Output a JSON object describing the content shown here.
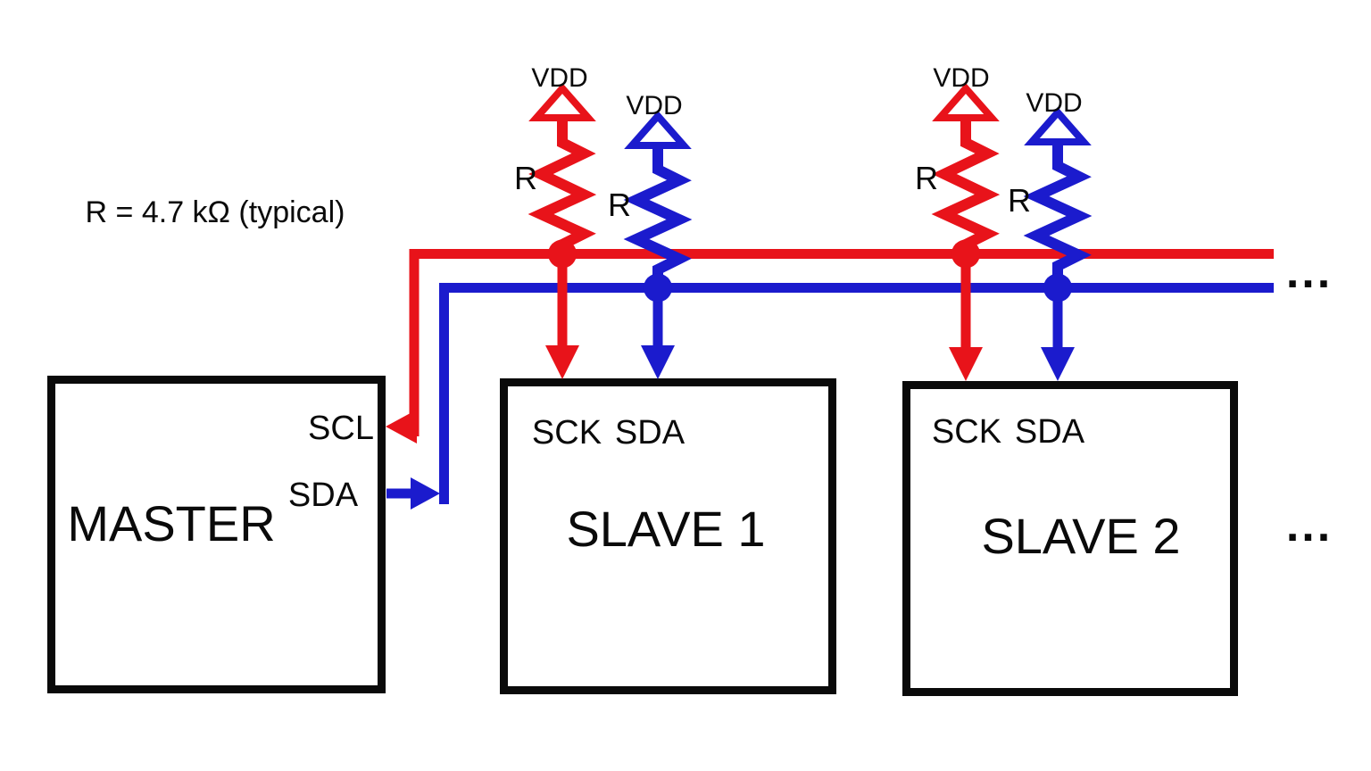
{
  "colors": {
    "scl": "#e8131a",
    "sda": "#1b1bcd",
    "ink": "#0a0a0a",
    "bg": "#ffffff"
  },
  "note": {
    "text": "R = 4.7 kΩ (typical)"
  },
  "pullups": {
    "scl1": {
      "vdd": "VDD",
      "r": "R"
    },
    "sda1": {
      "vdd": "VDD",
      "r": "R"
    },
    "scl2": {
      "vdd": "VDD",
      "r": "R"
    },
    "sda2": {
      "vdd": "VDD",
      "r": "R"
    }
  },
  "master": {
    "title": "MASTER",
    "scl_pin": "SCL",
    "sda_pin": "SDA"
  },
  "slaves": [
    {
      "title": "SLAVE 1",
      "sck_pin": "SCK",
      "sda_pin": "SDA"
    },
    {
      "title": "SLAVE 2",
      "sck_pin": "SCK",
      "sda_pin": "SDA"
    }
  ],
  "continuation": {
    "bus": "...",
    "devices": "..."
  }
}
